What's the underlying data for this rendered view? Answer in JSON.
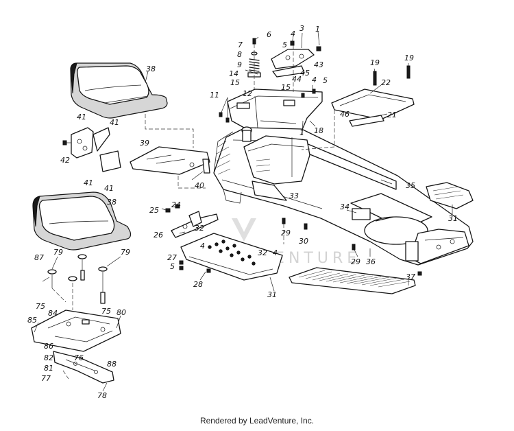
{
  "footer": {
    "text": "Rendered by LeadVenture, Inc."
  },
  "watermark": {
    "text": "VENTURE",
    "color": "#cfcfcf"
  },
  "callouts": [
    {
      "id": "c1a",
      "label": "1"
    },
    {
      "id": "c3",
      "label": "3"
    },
    {
      "id": "c4a",
      "label": "4"
    },
    {
      "id": "c5a",
      "label": "5"
    },
    {
      "id": "c6",
      "label": "6"
    },
    {
      "id": "c7",
      "label": "7"
    },
    {
      "id": "c8",
      "label": "8"
    },
    {
      "id": "c9",
      "label": "9"
    },
    {
      "id": "c43",
      "label": "43"
    },
    {
      "id": "c45",
      "label": "45"
    },
    {
      "id": "c44",
      "label": "44"
    },
    {
      "id": "c14",
      "label": "14"
    },
    {
      "id": "c15a",
      "label": "15"
    },
    {
      "id": "c15b",
      "label": "15"
    },
    {
      "id": "c12",
      "label": "12"
    },
    {
      "id": "c11",
      "label": "11"
    },
    {
      "id": "c4b",
      "label": "4"
    },
    {
      "id": "c5b",
      "label": "5"
    },
    {
      "id": "c1b",
      "label": "1"
    },
    {
      "id": "c18",
      "label": "18"
    },
    {
      "id": "c19a",
      "label": "19"
    },
    {
      "id": "c19b",
      "label": "19"
    },
    {
      "id": "c22",
      "label": "22"
    },
    {
      "id": "c46",
      "label": "46"
    },
    {
      "id": "c21",
      "label": "21"
    },
    {
      "id": "c38a",
      "label": "38"
    },
    {
      "id": "c41a",
      "label": "41"
    },
    {
      "id": "c41b",
      "label": "41"
    },
    {
      "id": "c42",
      "label": "42"
    },
    {
      "id": "c41c",
      "label": "41"
    },
    {
      "id": "c41d",
      "label": "41"
    },
    {
      "id": "c39",
      "label": "39"
    },
    {
      "id": "c40",
      "label": "40"
    },
    {
      "id": "c33",
      "label": "33"
    },
    {
      "id": "c35",
      "label": "35"
    },
    {
      "id": "c31a",
      "label": "31"
    },
    {
      "id": "c38b",
      "label": "38"
    },
    {
      "id": "c25",
      "label": "25"
    },
    {
      "id": "c24",
      "label": "24"
    },
    {
      "id": "c32a",
      "label": "32"
    },
    {
      "id": "c26",
      "label": "26"
    },
    {
      "id": "c34",
      "label": "34"
    },
    {
      "id": "c29a",
      "label": "29"
    },
    {
      "id": "c30",
      "label": "30"
    },
    {
      "id": "c4c",
      "label": "4"
    },
    {
      "id": "c27",
      "label": "27"
    },
    {
      "id": "c5c",
      "label": "5"
    },
    {
      "id": "c32b",
      "label": "32"
    },
    {
      "id": "c4d",
      "label": "4"
    },
    {
      "id": "c28",
      "label": "28"
    },
    {
      "id": "c31b",
      "label": "31"
    },
    {
      "id": "c29b",
      "label": "29"
    },
    {
      "id": "c36",
      "label": "36"
    },
    {
      "id": "c37",
      "label": "37"
    },
    {
      "id": "c87",
      "label": "87"
    },
    {
      "id": "c79a",
      "label": "79"
    },
    {
      "id": "c79b",
      "label": "79"
    },
    {
      "id": "c75a",
      "label": "75"
    },
    {
      "id": "c84",
      "label": "84"
    },
    {
      "id": "c75b",
      "label": "75"
    },
    {
      "id": "c80",
      "label": "80"
    },
    {
      "id": "c85",
      "label": "85"
    },
    {
      "id": "c86",
      "label": "86"
    },
    {
      "id": "c82",
      "label": "82"
    },
    {
      "id": "c76",
      "label": "76"
    },
    {
      "id": "c88",
      "label": "88"
    },
    {
      "id": "c81",
      "label": "81"
    },
    {
      "id": "c77",
      "label": "77"
    },
    {
      "id": "c78",
      "label": "78"
    }
  ]
}
